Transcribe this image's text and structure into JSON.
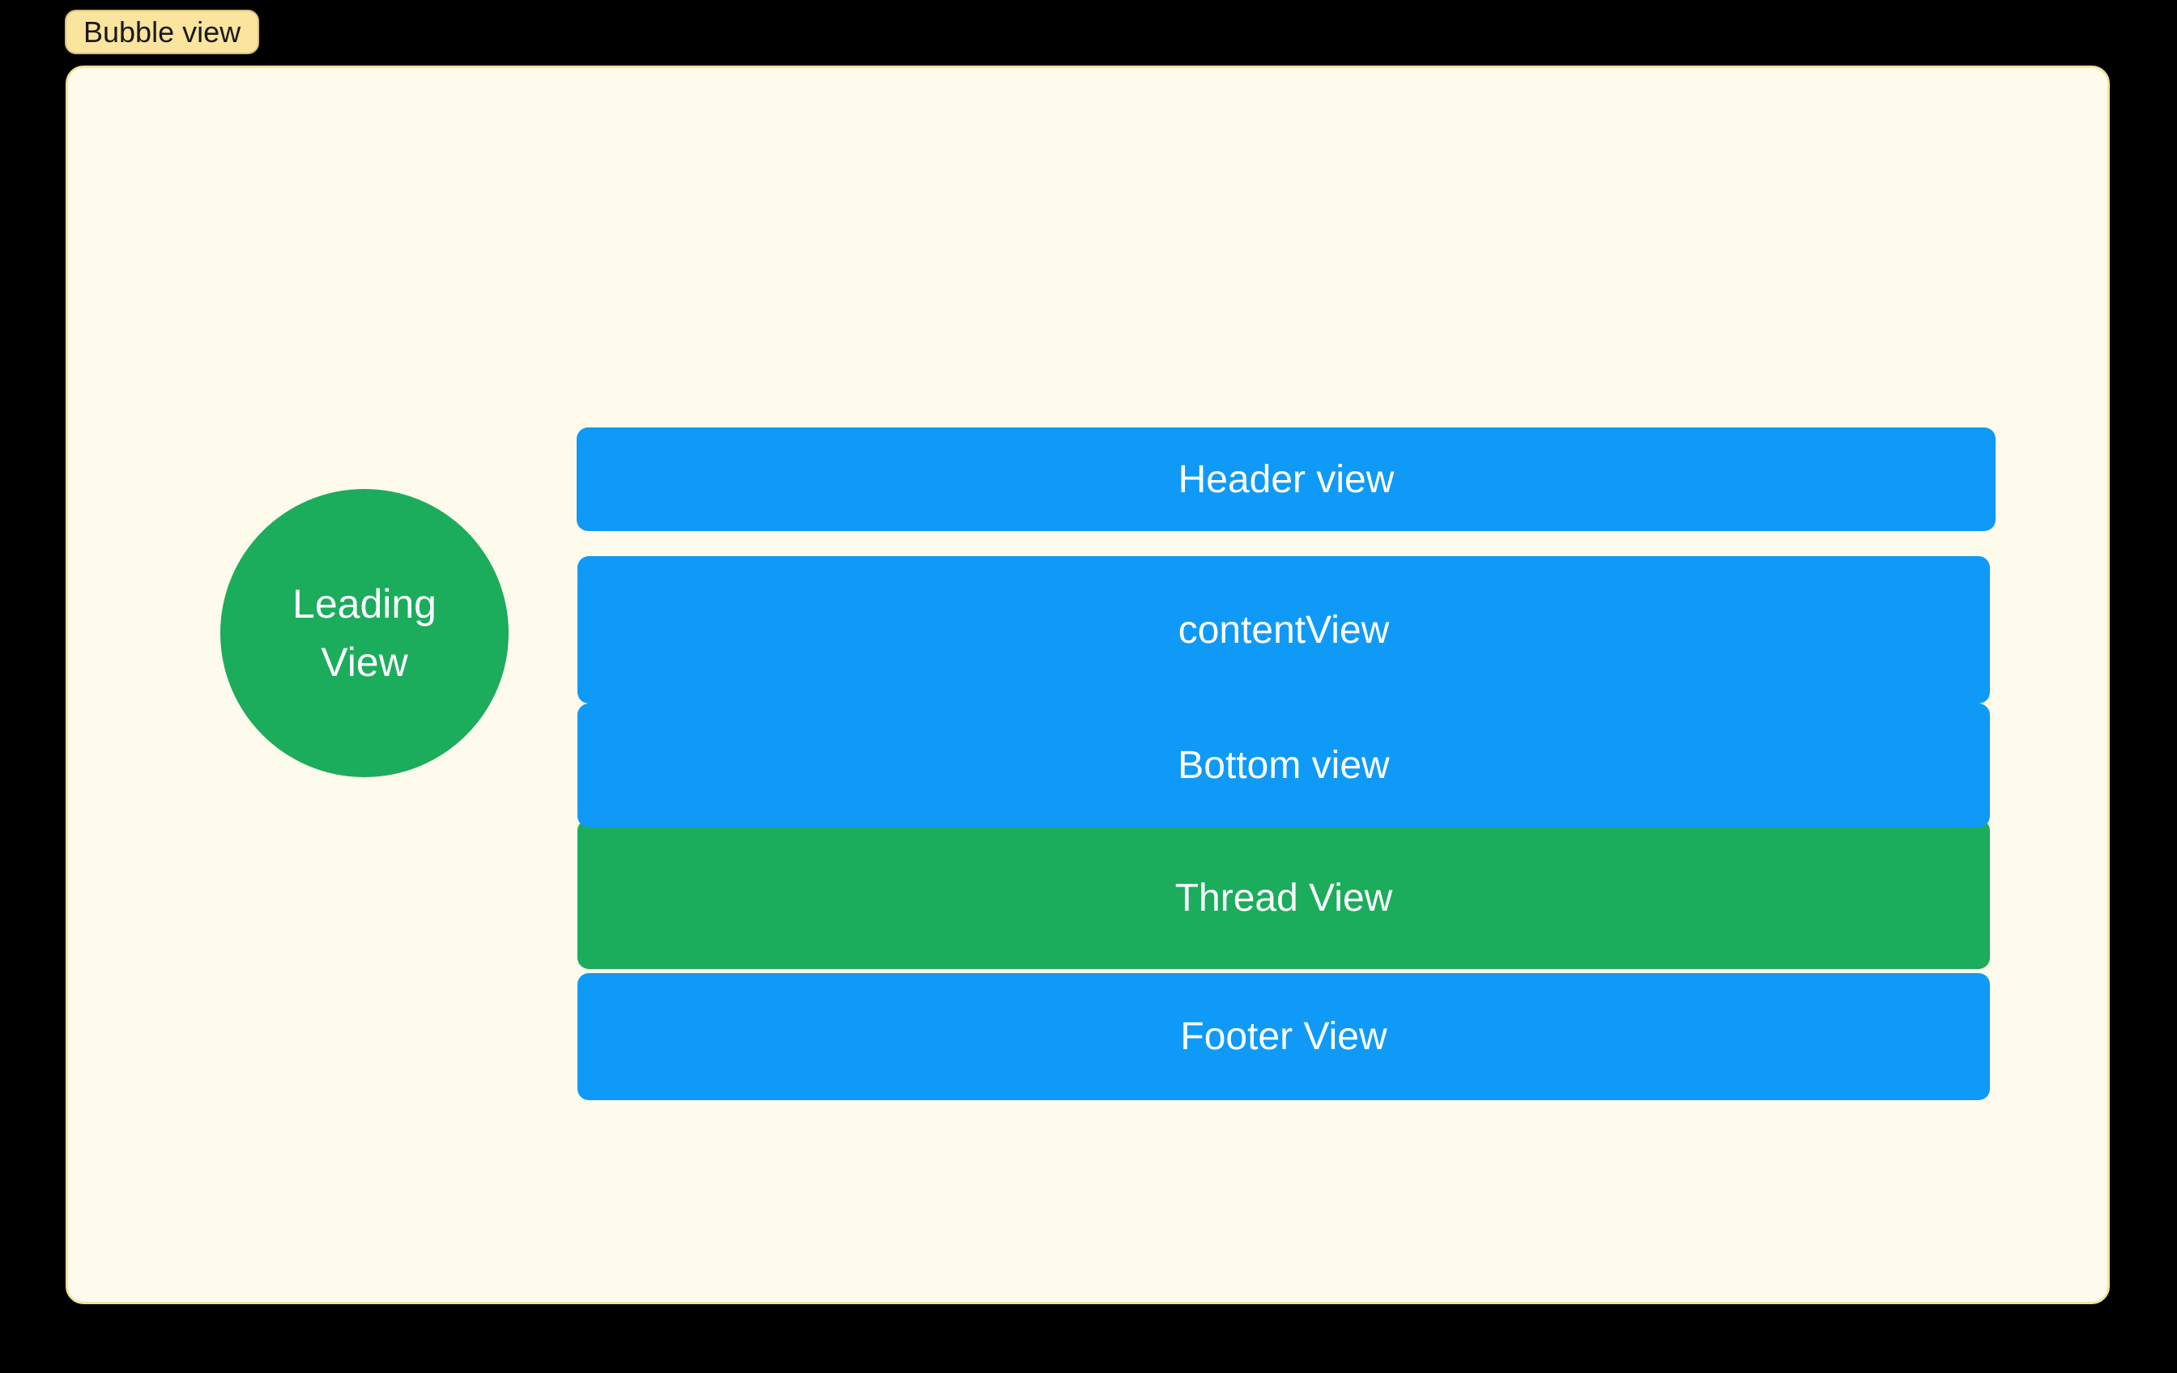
{
  "badge": {
    "label": "Bubble view"
  },
  "panel": {
    "leading_view": {
      "line1": "Leading",
      "line2": "View"
    },
    "header_view": {
      "label": "Header view"
    },
    "content_view": {
      "label": "contentView"
    },
    "bottom_view": {
      "label": "Bottom view"
    },
    "thread_view": {
      "label": "Thread View"
    },
    "footer_view": {
      "label": "Footer View"
    }
  },
  "colors": {
    "background": "#000000",
    "panel_bg": "#FFFBEC",
    "panel_border": "#F4E1A0",
    "badge_bg": "#FAE49E",
    "badge_border": "#D8C17C",
    "badge_text": "#1A1A1A",
    "blue": "#0F9AF7",
    "green": "#1BAC5C",
    "label_text": "#FFFFFF"
  }
}
